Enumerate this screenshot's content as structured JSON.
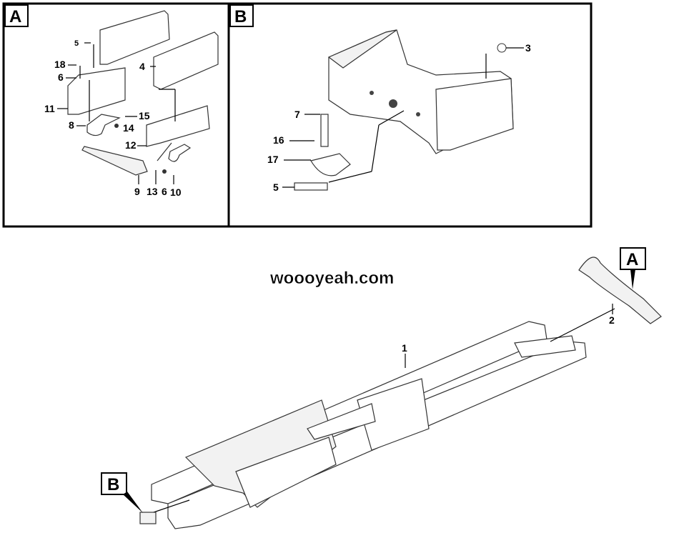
{
  "panels": {
    "a": {
      "tag": "A",
      "callouts": [
        "5",
        "18",
        "6",
        "11",
        "4",
        "15",
        "8",
        "14",
        "12",
        "9",
        "13",
        "6",
        "10"
      ]
    },
    "b": {
      "tag": "B",
      "callouts": [
        "3",
        "7",
        "16",
        "17",
        "5"
      ]
    }
  },
  "main": {
    "watermark": "woooyeah.com",
    "callouts": [
      "1",
      "2"
    ],
    "ref_a": "A",
    "ref_b": "B"
  }
}
